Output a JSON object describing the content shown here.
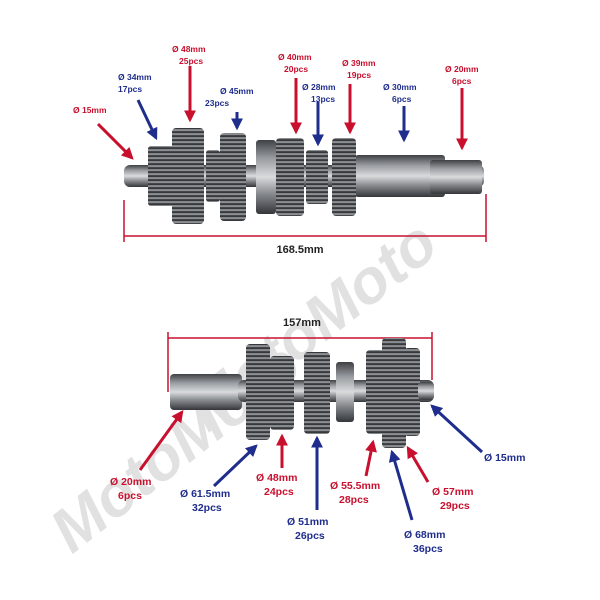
{
  "colors": {
    "red": "#c8102e",
    "blue": "#1f2d8c",
    "metal": "#6b6e72",
    "dim_line": "#c8102e"
  },
  "watermark": "MotoMoto",
  "top_shaft": {
    "length": "168.5mm",
    "labels": [
      {
        "id": "d15",
        "size": "Ø 15mm",
        "count": "",
        "color": "red"
      },
      {
        "id": "d34",
        "size": "Ø 34mm",
        "count": "17pcs",
        "color": "blue"
      },
      {
        "id": "d48",
        "size": "Ø 48mm",
        "count": "25pcs",
        "color": "red"
      },
      {
        "id": "d45",
        "size": "Ø 45mm",
        "count": "23pcs",
        "color": "blue"
      },
      {
        "id": "d40",
        "size": "Ø 40mm",
        "count": "20pcs",
        "color": "red"
      },
      {
        "id": "d28",
        "size": "Ø 28mm",
        "count": "13pcs",
        "color": "blue"
      },
      {
        "id": "d39",
        "size": "Ø 39mm",
        "count": "19pcs",
        "color": "red"
      },
      {
        "id": "d30",
        "size": "Ø 30mm",
        "count": "6pcs",
        "color": "blue"
      },
      {
        "id": "d20",
        "size": "Ø 20mm",
        "count": "6pcs",
        "color": "red"
      }
    ]
  },
  "bottom_shaft": {
    "length": "157mm",
    "labels": [
      {
        "id": "d20",
        "size": "Ø 20mm",
        "count": "6pcs",
        "color": "red"
      },
      {
        "id": "d61_5",
        "size": "Ø 61.5mm",
        "count": "32pcs",
        "color": "blue"
      },
      {
        "id": "d48",
        "size": "Ø 48mm",
        "count": "24pcs",
        "color": "red"
      },
      {
        "id": "d51",
        "size": "Ø 51mm",
        "count": "26pcs",
        "color": "blue"
      },
      {
        "id": "d55_5",
        "size": "Ø 55.5mm",
        "count": "28pcs",
        "color": "red"
      },
      {
        "id": "d68",
        "size": "Ø 68mm",
        "count": "36pcs",
        "color": "blue"
      },
      {
        "id": "d57",
        "size": "Ø 57mm",
        "count": "29pcs",
        "color": "red"
      },
      {
        "id": "d15",
        "size": "Ø 15mm",
        "count": "",
        "color": "blue"
      }
    ]
  }
}
